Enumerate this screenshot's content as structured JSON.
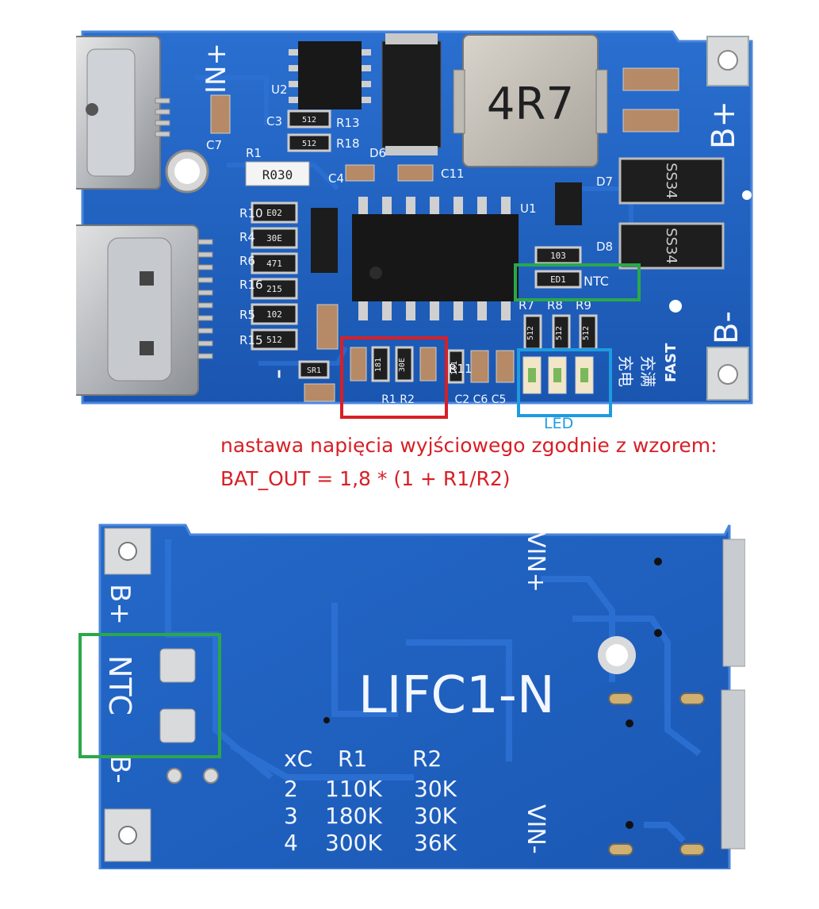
{
  "top_board": {
    "inductor_label": "4R7",
    "pin_in_plus": "IN+",
    "pin_b_plus": "B+",
    "pin_b_minus": "B-",
    "minus_mark": "-",
    "ntc_label": "NTC",
    "fast_label": "FAST",
    "charging_chars": "充电",
    "full_chars": "充满",
    "sense_resistor": "R030",
    "r1r2_label": "R1 R2",
    "cap_labels": "C2 C6 C5",
    "diode_d7": "SS34",
    "diode_d8": "SS34",
    "designators": [
      "U2",
      "C3",
      "C7",
      "R1",
      "R13",
      "R18",
      "D6",
      "C4",
      "C11",
      "R11",
      "U1",
      "D7",
      "D8",
      "R10",
      "R4",
      "R6",
      "R16",
      "R5",
      "R15",
      "R7",
      "R8",
      "R9"
    ],
    "resistor_codes": [
      "E02",
      "30E",
      "471",
      "215",
      "102",
      "512",
      "103",
      "ED1",
      "512",
      "512",
      "512",
      "SR1",
      "181",
      "30E",
      "101",
      "512",
      "512"
    ]
  },
  "annotations": {
    "led": "LED",
    "formula_line1": "nastawa napięcia wyjściowego zgodnie z wzorem:",
    "formula_line2": "BAT_OUT = 1,8 * (1 + R1/R2)"
  },
  "bottom_board": {
    "title": "LIFC1-N",
    "pin_vin_plus": "VIN+",
    "pin_vin_minus": "VIN-",
    "pin_b_plus": "B+",
    "pin_ntc": "NTC",
    "pin_b_minus": "B-",
    "table_headers": [
      "xC",
      "R1",
      "R2"
    ],
    "table_rows": [
      [
        "2",
        "110K",
        "30K"
      ],
      [
        "3",
        "180K",
        "30K"
      ],
      [
        "4",
        "300K",
        "36K"
      ]
    ]
  },
  "colors": {
    "pcb_blue": "#1f63c3",
    "pcb_edge": "#3a78d4",
    "silkscreen": "#f2f6ff",
    "highlight_red": "#d81f26",
    "highlight_blue": "#1e9be0",
    "highlight_green": "#2aa84a"
  }
}
